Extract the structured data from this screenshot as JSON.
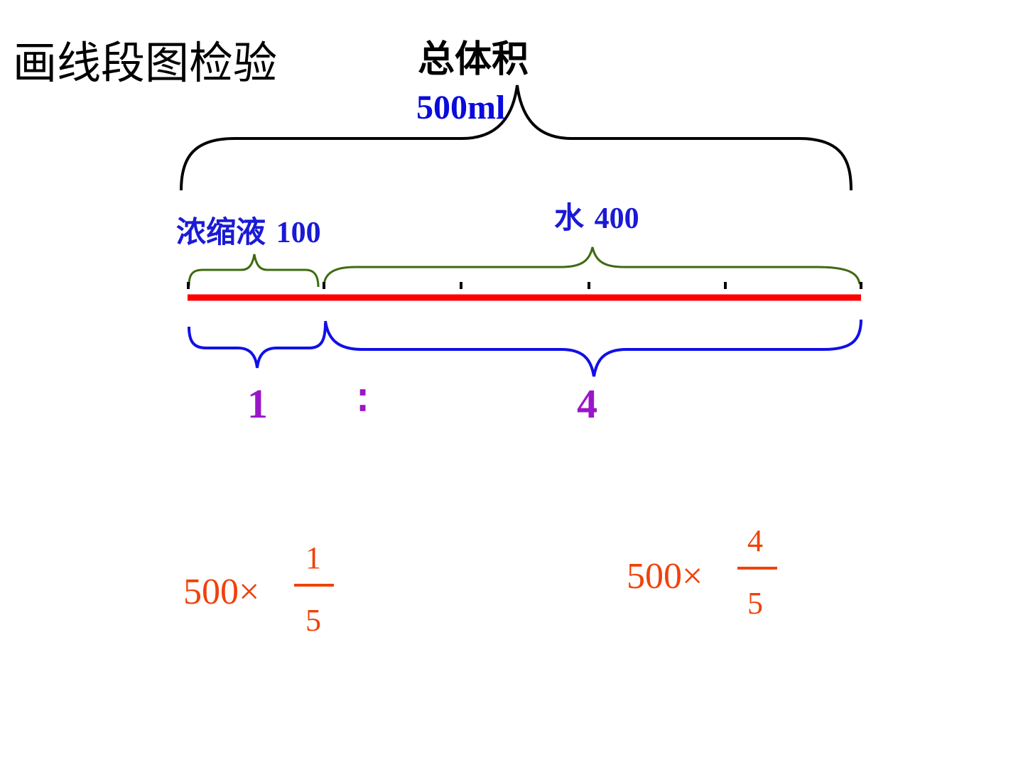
{
  "title": "画线段图检验",
  "total": {
    "label": "总体积",
    "value": "500ml"
  },
  "parts": {
    "concentrate": {
      "name": "浓缩液",
      "amount": "100"
    },
    "water": {
      "name": "水",
      "amount": "400"
    }
  },
  "ratio": {
    "left": "1",
    "colon": "∶",
    "right": "4"
  },
  "formulas": {
    "concentrate": {
      "base": "500×",
      "numerator": "1",
      "denominator": "5"
    },
    "water": {
      "base": "500×",
      "numerator": "4",
      "denominator": "5"
    }
  },
  "colors": {
    "segment_line": "#ff0000",
    "total_brace": "#000000",
    "upper_braces": "#3e6a10",
    "lower_braces": "#1010e6",
    "labels": "#1a1ad6",
    "ratio": "#9a16c8",
    "formulas": "#f0420a"
  }
}
